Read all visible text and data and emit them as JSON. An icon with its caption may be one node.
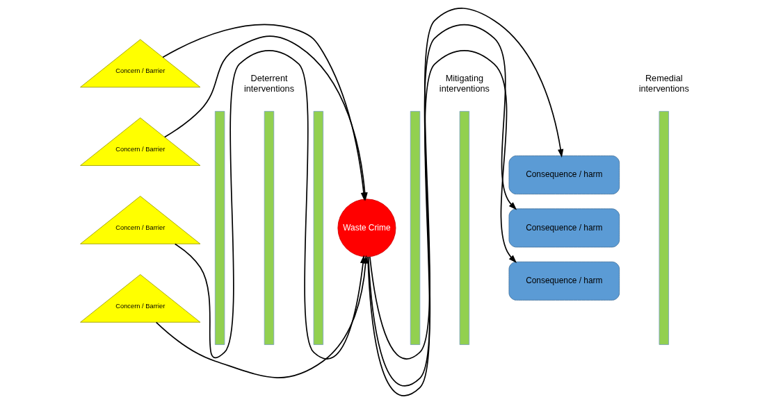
{
  "diagram": {
    "nodes": [
      {
        "text": [
          "Concern / Barrier"
        ]
      },
      {
        "text": [
          "Concern / Barrier"
        ]
      },
      {
        "text": [
          "Concern / Barrier"
        ]
      },
      {
        "text": [
          "Concern / Barrier"
        ]
      },
      {
        "text": [],
        "shape": "bar"
      },
      {
        "text": [],
        "shape": "bar"
      },
      {
        "text": [],
        "shape": "bar"
      },
      {
        "text": [
          "Waste Crime"
        ]
      },
      {
        "text": [],
        "shape": "bar"
      },
      {
        "text": [],
        "shape": "bar"
      },
      {
        "text": [
          "Consequence / harm"
        ]
      },
      {
        "text": [
          "Consequence / harm"
        ]
      },
      {
        "text": [
          "Consequence / harm"
        ]
      },
      {
        "text": [],
        "shape": "bar"
      }
    ],
    "edges": [
      {
        "from": 0,
        "to": 7,
        "arrow": "to"
      },
      {
        "from": 1,
        "to": 7,
        "arrow": "to"
      },
      {
        "from": 2,
        "to": 7,
        "arrow": "to"
      },
      {
        "from": 3,
        "to": 7,
        "arrow": "to"
      },
      {
        "from": 7,
        "to": 10,
        "arrow": "to"
      },
      {
        "from": 7,
        "to": 11,
        "arrow": "to"
      },
      {
        "from": 7,
        "to": 12,
        "arrow": "to"
      }
    ],
    "labels": [
      "Deterrent interventions",
      "Mitigating interventions",
      "Remedial interventions"
    ]
  }
}
